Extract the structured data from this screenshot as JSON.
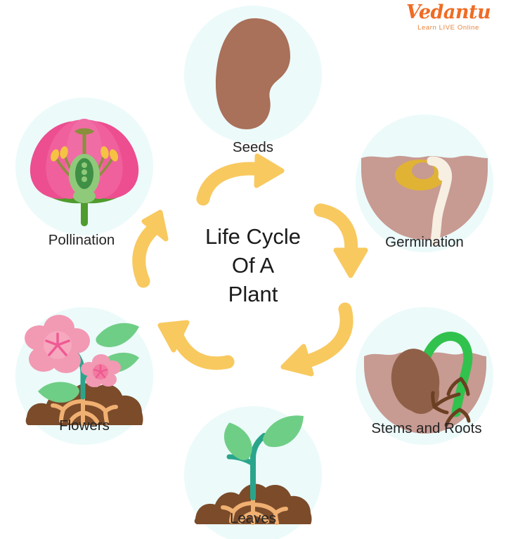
{
  "brand": {
    "name": "Vedantu",
    "tagline": "Learn LIVE Online",
    "color": "#ef6c25"
  },
  "center": {
    "line1": "Life Cycle",
    "line2": "Of A",
    "line3": "Plant"
  },
  "palette": {
    "arrow": "#f8c95f",
    "disc_background": "#ecfafa",
    "page_background": "#ffffff",
    "label_text": "#242424",
    "soil_brown": "#7b4b2a",
    "soil_mauve": "#c79a92",
    "seed_brown": "#a9705a",
    "leaf_green": "#6fce86",
    "stem_teal": "#2aa58c",
    "petal_pink": "#f299b4",
    "flower_pink": "#ef5a93",
    "root_tan": "#f0b071",
    "anther_yellow": "#f5c242"
  },
  "diagram": {
    "type": "cycle",
    "title": "Life Cycle Of A Plant",
    "stage_count": 6,
    "direction": "clockwise",
    "stages": [
      {
        "id": "seeds",
        "label": "Seeds",
        "position": "top",
        "order": 1,
        "icon": "seed-icon"
      },
      {
        "id": "germination",
        "label": "Germination",
        "position": "top-right",
        "order": 2,
        "icon": "germinating-seed-icon"
      },
      {
        "id": "stems_roots",
        "label": "Stems and Roots",
        "position": "bottom-right",
        "order": 3,
        "icon": "sprout-roots-icon"
      },
      {
        "id": "leaves",
        "label": "Leaves",
        "position": "bottom",
        "order": 4,
        "icon": "seedling-icon"
      },
      {
        "id": "flowers",
        "label": "Flowers",
        "position": "bottom-left",
        "order": 5,
        "icon": "flowering-plant-icon"
      },
      {
        "id": "pollination",
        "label": "Pollination",
        "position": "top-left",
        "order": 6,
        "icon": "flower-cross-section-icon"
      }
    ],
    "arrows": [
      {
        "id": "arrow-seeds-to-germination",
        "from": "seeds",
        "to": "germination"
      },
      {
        "id": "arrow-germination-to-stems",
        "from": "germination",
        "to": "stems_roots"
      },
      {
        "id": "arrow-stems-to-leaves",
        "from": "stems_roots",
        "to": "leaves"
      },
      {
        "id": "arrow-leaves-to-flowers",
        "from": "leaves",
        "to": "flowers"
      },
      {
        "id": "arrow-flowers-to-pollination",
        "from": "flowers",
        "to": "pollination"
      },
      {
        "id": "arrow-pollination-to-seeds",
        "from": "pollination",
        "to": "seeds"
      }
    ]
  }
}
